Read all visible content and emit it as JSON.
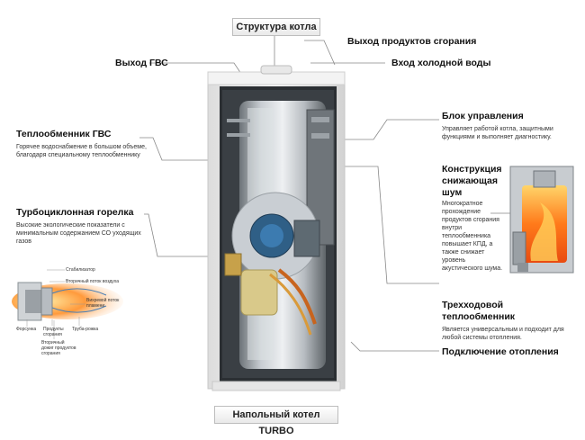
{
  "title": "Структура котла",
  "caption": "Напольный котел TURBO",
  "labels": {
    "gvs_out": "Выход ГВС",
    "flue_out": "Выход продуктов сгорания",
    "cold_in": "Вход холодной воды",
    "hx_gvs_title": "Теплообменник ГВС",
    "hx_gvs_desc": "Горячее водоснабжение в большом объеме, благодаря специальному теплообменнику",
    "burner_title": "Турбоциклонная горелка",
    "burner_desc": "Высокие экологические показатели с минимальным содержанием СО уходящих газов",
    "control_title": "Блок управления",
    "control_desc": "Управляет работой котла, защитными функциями и выполняет диагностику.",
    "noise_title": "Конструкция снижающая шум",
    "noise_desc": "Многократное прохождение продуктов сгорания внутри теплообменника повышает КПД, а также снижает уровень акустического шума.",
    "threepass_title": "Трехходовой теплообменник",
    "threepass_desc": "Является универсальным и подходит для любой системы отопления.",
    "heating_conn": "Подключение отопления"
  },
  "burner_diagram": {
    "stabilizer": "Стабилизатор",
    "secondary_air": "Вторичный поток воздуха",
    "flame_flow": "Вихревой поток пламени",
    "nozzle": "Форсунка",
    "products": "Продукты сгорания",
    "flame_tube": "Труба-рожка",
    "secondary_comb": "Вторичный дожиг продуктов сгорания"
  }
}
